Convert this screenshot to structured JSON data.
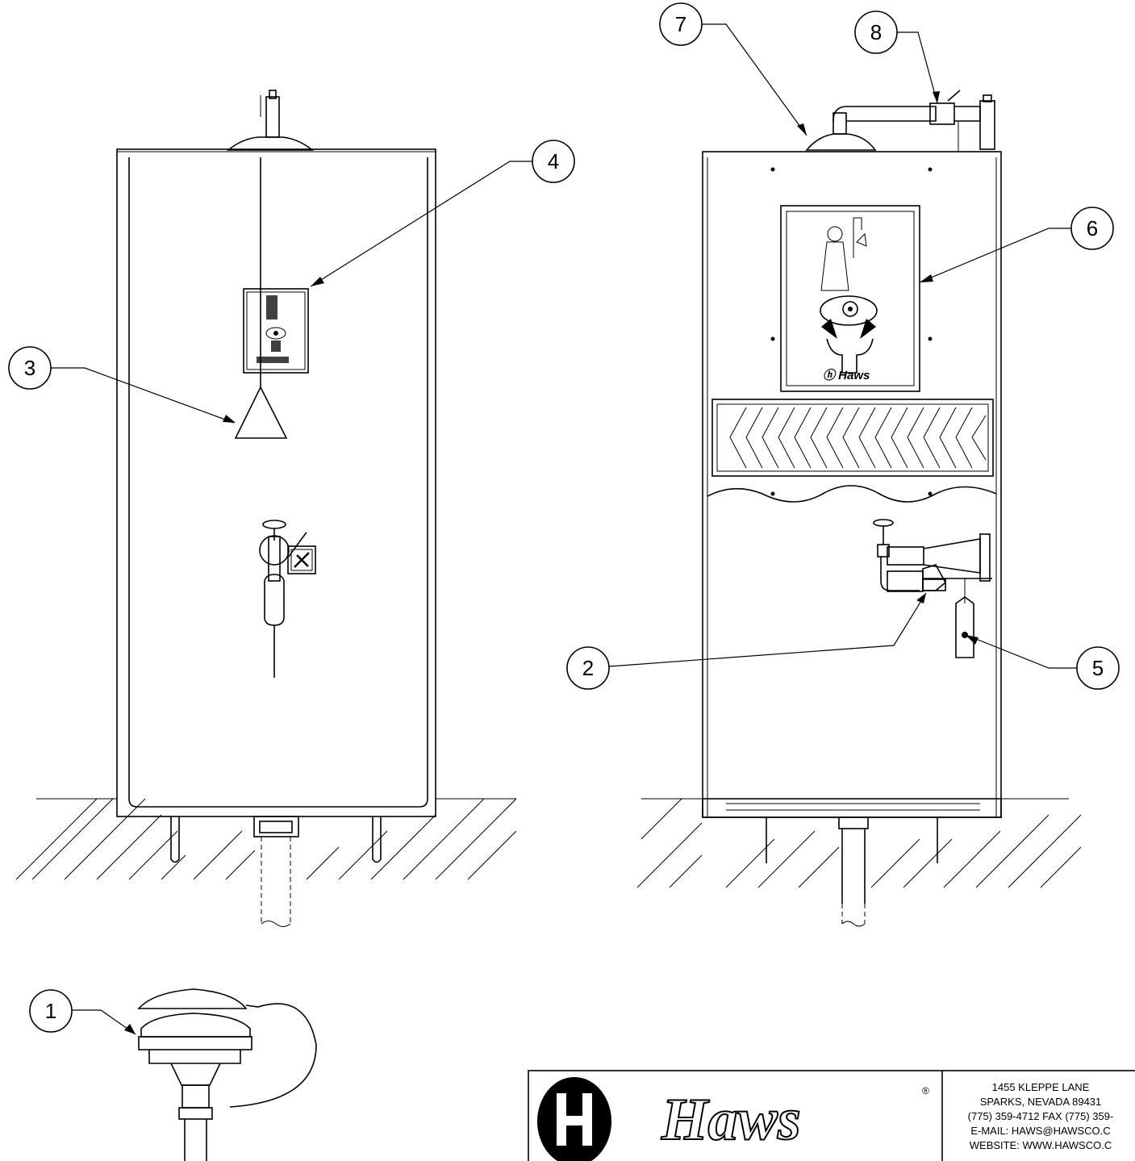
{
  "callouts": [
    {
      "id": "c1",
      "number": "1"
    },
    {
      "id": "c2",
      "number": "2"
    },
    {
      "id": "c3",
      "number": "3"
    },
    {
      "id": "c4",
      "number": "4"
    },
    {
      "id": "c5",
      "number": "5"
    },
    {
      "id": "c6",
      "number": "6"
    },
    {
      "id": "c7",
      "number": "7"
    },
    {
      "id": "c8",
      "number": "8"
    }
  ],
  "title_block": {
    "brand": "Haws",
    "registered_mark": "®",
    "address_lines": [
      "1455 KLEPPE LANE",
      "SPARKS, NEVADA  89431",
      "(775) 359-4712  FAX (775) 359-",
      "E-MAIL:  HAWS@HAWSCO.C",
      "WEBSITE: WWW.HAWSCO.C"
    ]
  },
  "colors": {
    "line": "#000000",
    "background": "#ffffff"
  }
}
